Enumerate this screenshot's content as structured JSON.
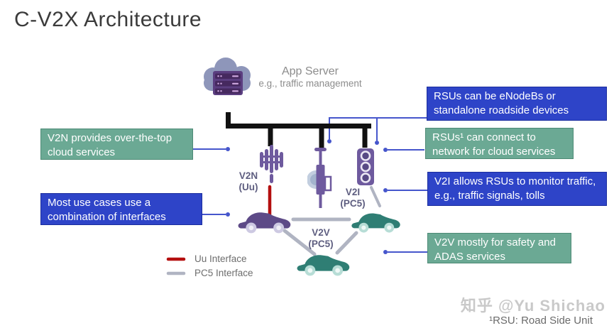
{
  "title": "C-V2X Architecture",
  "app_server": {
    "name": "App Server",
    "subtitle": "e.g., traffic management"
  },
  "labels": {
    "v2n": {
      "name": "V2N",
      "iface": "(Uu)"
    },
    "v2i": {
      "name": "V2I",
      "iface": "(PC5)"
    },
    "v2v": {
      "name": "V2V",
      "iface": "(PC5)"
    }
  },
  "callouts": {
    "v2n_cloud": {
      "line1": "V2N provides over-the-top",
      "line2": "cloud services"
    },
    "combination": {
      "line1": "Most use cases use a",
      "line2": "combination of interfaces"
    },
    "rsu_enodeb": {
      "line1": "RSUs can be eNodeBs or",
      "line2": "standalone roadside devices"
    },
    "rsu_network": {
      "line1": "RSUs¹ can connect to",
      "line2": "network for cloud services"
    },
    "v2i_monitor": {
      "line1": "V2I allows RSUs to monitor traffic,",
      "line2": "e.g., traffic signals, tolls"
    },
    "v2v_safety": {
      "line1": "V2V mostly for safety and",
      "line2": "ADAS services"
    }
  },
  "legend": {
    "uu": "Uu Interface",
    "pc5": "PC5 Interface"
  },
  "watermark": "知乎 @Yu Shichao",
  "footnote": "¹RSU: Road Side Unit",
  "colors": {
    "green_box": "#6ba994",
    "blue_box": "#2e44c8",
    "connector_blue": "#4656cc",
    "uu_red": "#b40f0f",
    "pc5_gray": "#b0b4c2",
    "bus_black": "#111111",
    "icon_purple": "#6e5a9e",
    "server_purple": "#5b3e80",
    "cloud_gray_blue": "#8e96ba",
    "car_purple": "#5d4a87",
    "car_teal": "#2f7e74",
    "node_label_text": "#5e5e80"
  }
}
